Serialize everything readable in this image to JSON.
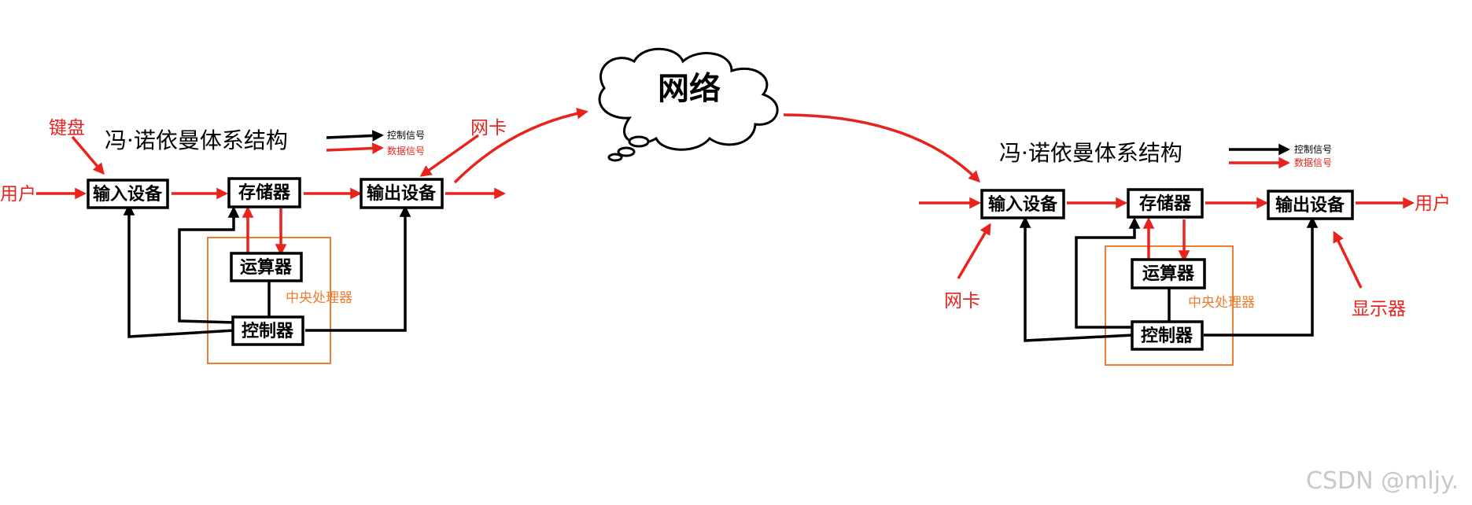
{
  "left": {
    "title": "冯·诺依曼体系结构",
    "legend_control": "控制信号",
    "legend_data": "数据信号",
    "input": "输入设备",
    "memory": "存储器",
    "output": "输出设备",
    "alu": "运算器",
    "controller": "控制器",
    "cpu": "中央处理器",
    "user": "用户",
    "keyboard": "键盘",
    "nic": "网卡"
  },
  "right": {
    "title": "冯·诺依曼体系结构",
    "legend_control": "控制信号",
    "legend_data": "数据信号",
    "input": "输入设备",
    "memory": "存储器",
    "output": "输出设备",
    "alu": "运算器",
    "controller": "控制器",
    "cpu": "中央处理器",
    "user": "用户",
    "nic": "网卡",
    "display": "显示器"
  },
  "cloud": {
    "label": "网络"
  },
  "watermark": "CSDN @mljy.",
  "colors": {
    "data_signal": "#e8231e",
    "control_signal": "#000000",
    "cpu_frame": "#ed7d31"
  }
}
